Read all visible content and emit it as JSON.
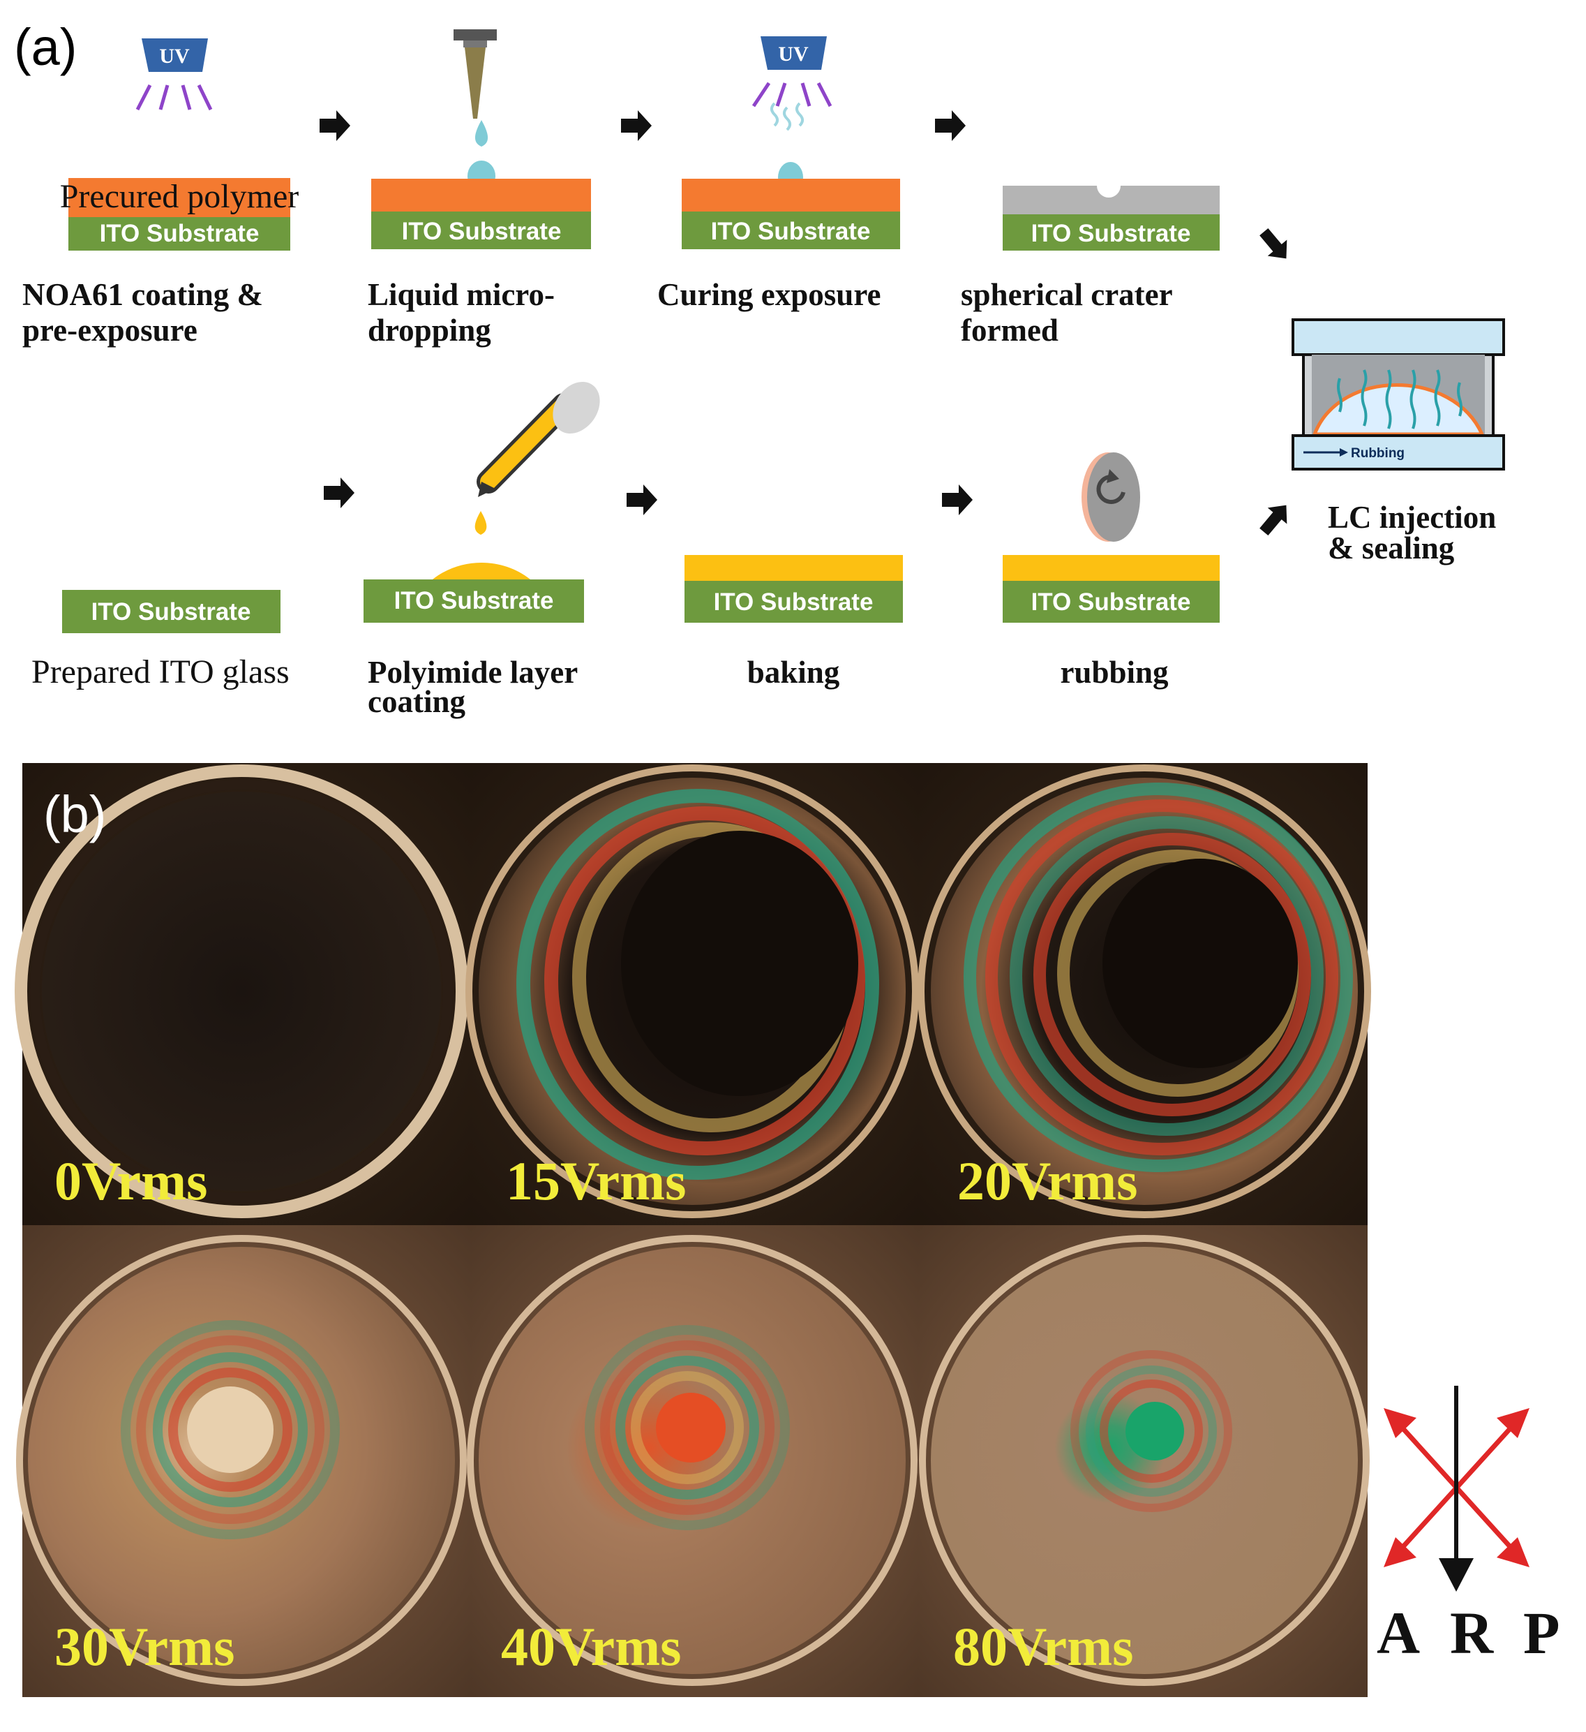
{
  "panel_a": {
    "label": "(a)",
    "uv_label": "UV",
    "substrate_label": "ITO Substrate",
    "precured_label": "Precured polymer",
    "rubbing_label": "Rubbing",
    "steps_top": [
      {
        "line1": "NOA61 coating &",
        "line2": "pre-exposure"
      },
      {
        "line1": "Liquid micro-",
        "line2": "dropping"
      },
      {
        "line1": "Curing exposure",
        "line2": ""
      },
      {
        "line1": "spherical crater",
        "line2": "formed"
      }
    ],
    "steps_bottom": [
      {
        "line1": "Prepared ITO glass",
        "line2": ""
      },
      {
        "line1": "Polyimide layer",
        "line2": "coating"
      },
      {
        "line1": "baking",
        "line2": ""
      },
      {
        "line1": "rubbing",
        "line2": ""
      }
    ],
    "final_step": {
      "line1": "LC injection",
      "line2": "& sealing"
    }
  },
  "panel_b": {
    "label": "(b)",
    "voltages": [
      "0Vrms",
      "15Vrms",
      "20Vrms",
      "30Vrms",
      "40Vrms",
      "80Vrms"
    ],
    "polarizer_labels": {
      "a": "A",
      "r": "R",
      "p": "P"
    }
  },
  "colors": {
    "substrate": "#6e9a3e",
    "precured_polymer": "#f47a30",
    "cured_polymer": "#b4b4b4",
    "polyimide": "#fcc012",
    "droplet": "#7fcbd6",
    "uv_lamp": "#3364a8",
    "uv_rays": "#8e44c9",
    "volt_label": "#f2ec3a",
    "red_arrow": "#e02727"
  }
}
